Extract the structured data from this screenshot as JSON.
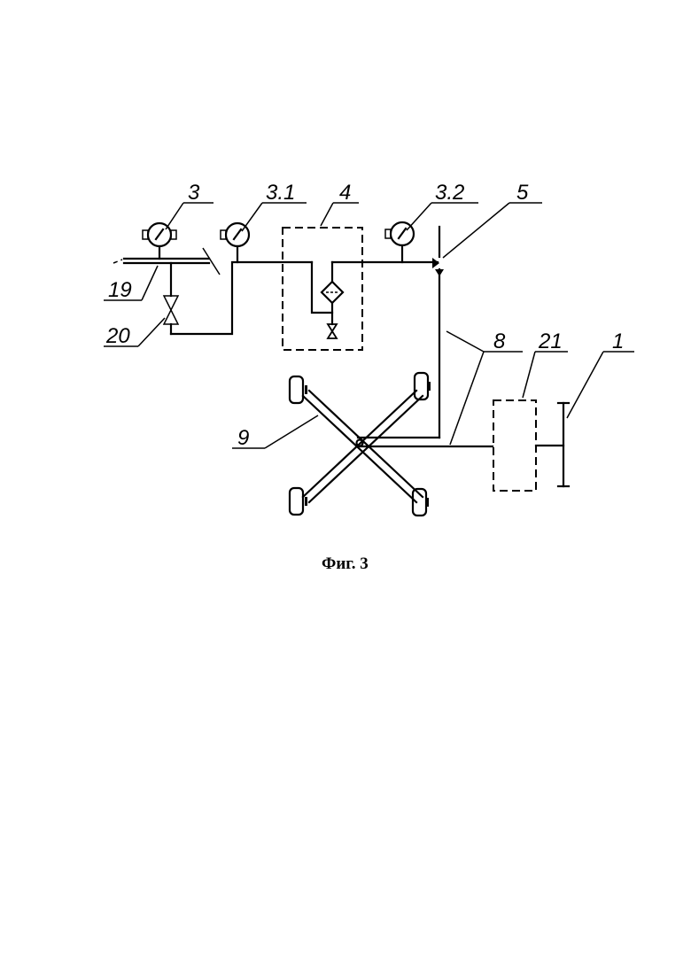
{
  "figure": {
    "caption": "Фиг. 3",
    "labels": {
      "l3": "3",
      "l31": "3.1",
      "l4": "4",
      "l32": "3.2",
      "l5": "5",
      "l19": "19",
      "l20": "20",
      "l8": "8",
      "l21": "21",
      "l1": "1",
      "l9": "9"
    }
  }
}
